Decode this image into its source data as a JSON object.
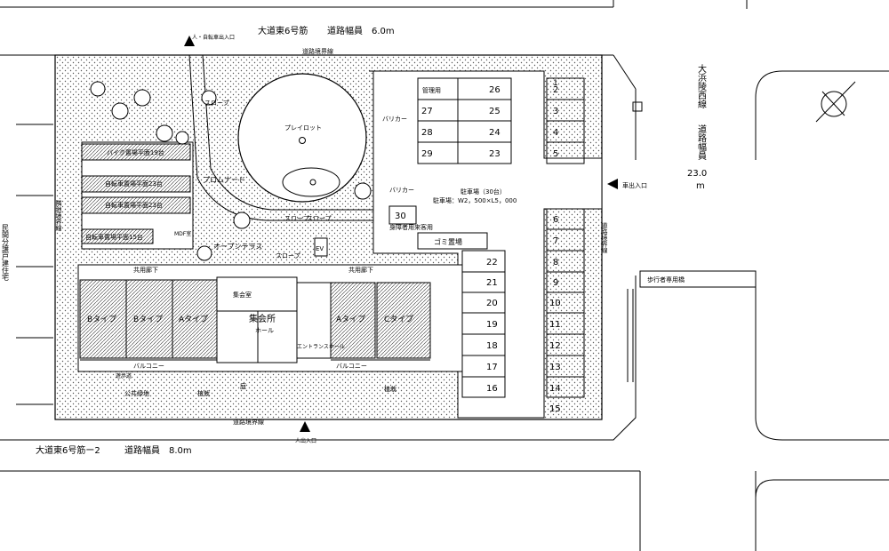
{
  "labels": {
    "north_road_name": "大道東6号筋",
    "north_road_width": "道路幅員　6.0m",
    "east_road_name": "大浜陵西線",
    "east_road_width_label": "道路幅員",
    "east_road_width_value": "23.0",
    "east_road_width_unit": "m",
    "south_road_name": "大道東6号筋ー2",
    "south_road_width": "道路幅員　8.0m",
    "west_neighbor": "民間分譲戸建住宅",
    "boundary_north": "道路境界線",
    "boundary_south": "道路境界線",
    "boundary_east": "道路境界線",
    "boundary_west": "隣地境界線",
    "entrance_north": "人・自転車出入口",
    "entrance_south": "人出入口",
    "entrance_east": "車出入口",
    "footbridge": "歩行者専用橋",
    "playlot": "プレイロット",
    "slope_1": "スロープ",
    "slope_2": "スロープ",
    "slope_3": "スロープ",
    "slope_4": "スロープ",
    "promenade": "プロムナード",
    "open_terrace": "オープンテラス",
    "mdf": "MDF室",
    "bike_parking": "バイク置場平面19台",
    "bicycle_parking_1": "自転車置場平面23台",
    "bicycle_parking_2": "自転車置場平面23台",
    "bicycle_parking_3": "自転車置場平面15台",
    "corridor_west": "共用廊下",
    "corridor_east": "共用廊下",
    "balcony_west": "バルコニー",
    "balcony_east": "バルコニー",
    "unit_b1": "Bタイプ",
    "unit_b2": "Bタイプ",
    "unit_a1": "Aタイプ",
    "unit_a2": "Aタイプ",
    "unit_c": "Cタイプ",
    "meeting_room": "集会室",
    "meeting_hall": "集会所",
    "hall": "ホール",
    "entrance_hall": "エントランスホール",
    "ev": "EV",
    "garbage": "ゴミ置場",
    "parking_lot": "駐車場（30台）",
    "parking_size": "駐車場：W2，500×L5，000",
    "barricade_1": "バリカー",
    "barricade_2": "バリカー",
    "management_space": "管理用",
    "accessible_parking": "身障者用来客用",
    "planting_south": "植栽",
    "planting_east": "植栽",
    "green_space": "公共緑地",
    "stroll_path": "遊歩道",
    "garden": "庭"
  },
  "parking_east": [
    "1",
    "2",
    "3",
    "4",
    "5",
    "6",
    "7",
    "8",
    "9",
    "10",
    "11",
    "12",
    "13",
    "14",
    "15"
  ],
  "parking_mid": [
    "22",
    "21",
    "20",
    "19",
    "18",
    "17",
    "16"
  ],
  "parking_top_right": [
    "26",
    "25",
    "24",
    "23"
  ],
  "parking_top_left": [
    "27",
    "28",
    "29"
  ],
  "parking_single": "30"
}
